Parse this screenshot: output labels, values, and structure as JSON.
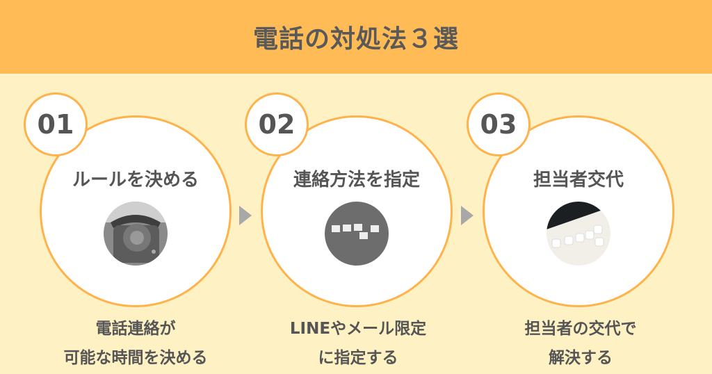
{
  "title": "電話の対処法３選",
  "steps": [
    {
      "number": "01",
      "title": "ルールを決める",
      "image": "rotary-telephone-photo",
      "desc_lines": [
        "電話連絡が",
        "可能な時間を決める"
      ]
    },
    {
      "number": "02",
      "title": "連絡方法を指定",
      "image": "letter-tiles-photo",
      "desc_lines": [
        "LINEやメール限定",
        "に指定する"
      ]
    },
    {
      "number": "03",
      "title": "担当者交代",
      "image": "change-letter-blocks-photo",
      "desc_lines": [
        "担当者の交代で",
        "解決する"
      ]
    }
  ],
  "colors": {
    "header": "#FFBB55",
    "background": "#FEF1C3",
    "accent": "#FFB24A",
    "text": "#555555"
  }
}
